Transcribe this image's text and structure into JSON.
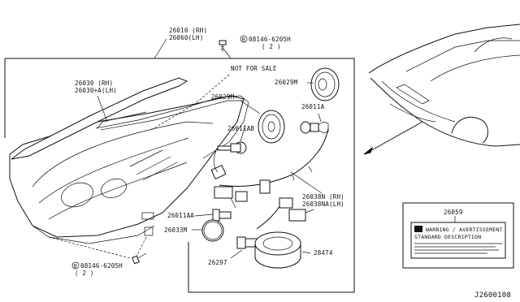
{
  "labels": {
    "p26010": "26010 (RH)",
    "p26060": "26060(LH)",
    "bolt_top": "08146-6205H",
    "bolt_top_qty": "( 2 )",
    "bolt_bottom": "08146-6205H",
    "bolt_bottom_qty": "( 2 )",
    "bolt_symbol": "B",
    "not_for_sale": "NOT FOR SALE",
    "p26030": "26030 (RH)",
    "p26030a": "26030+A(LH)",
    "p26029m_a": "26029M",
    "p26029m_b": "26029M",
    "p26011a": "26011A",
    "p26011ab": "26011AB",
    "p26038n": "26038N (RH)",
    "p26038na": "26038NA(LH)",
    "p26011aa": "26011AA",
    "p26033m": "26033M",
    "p26297": "26297",
    "p28474": "28474",
    "p26059": "26059",
    "label_warning": "WARNING / AVERTISSEMENT",
    "label_sub": "STANDARD DESCRIPTION",
    "diagram_code": "J2600108"
  }
}
